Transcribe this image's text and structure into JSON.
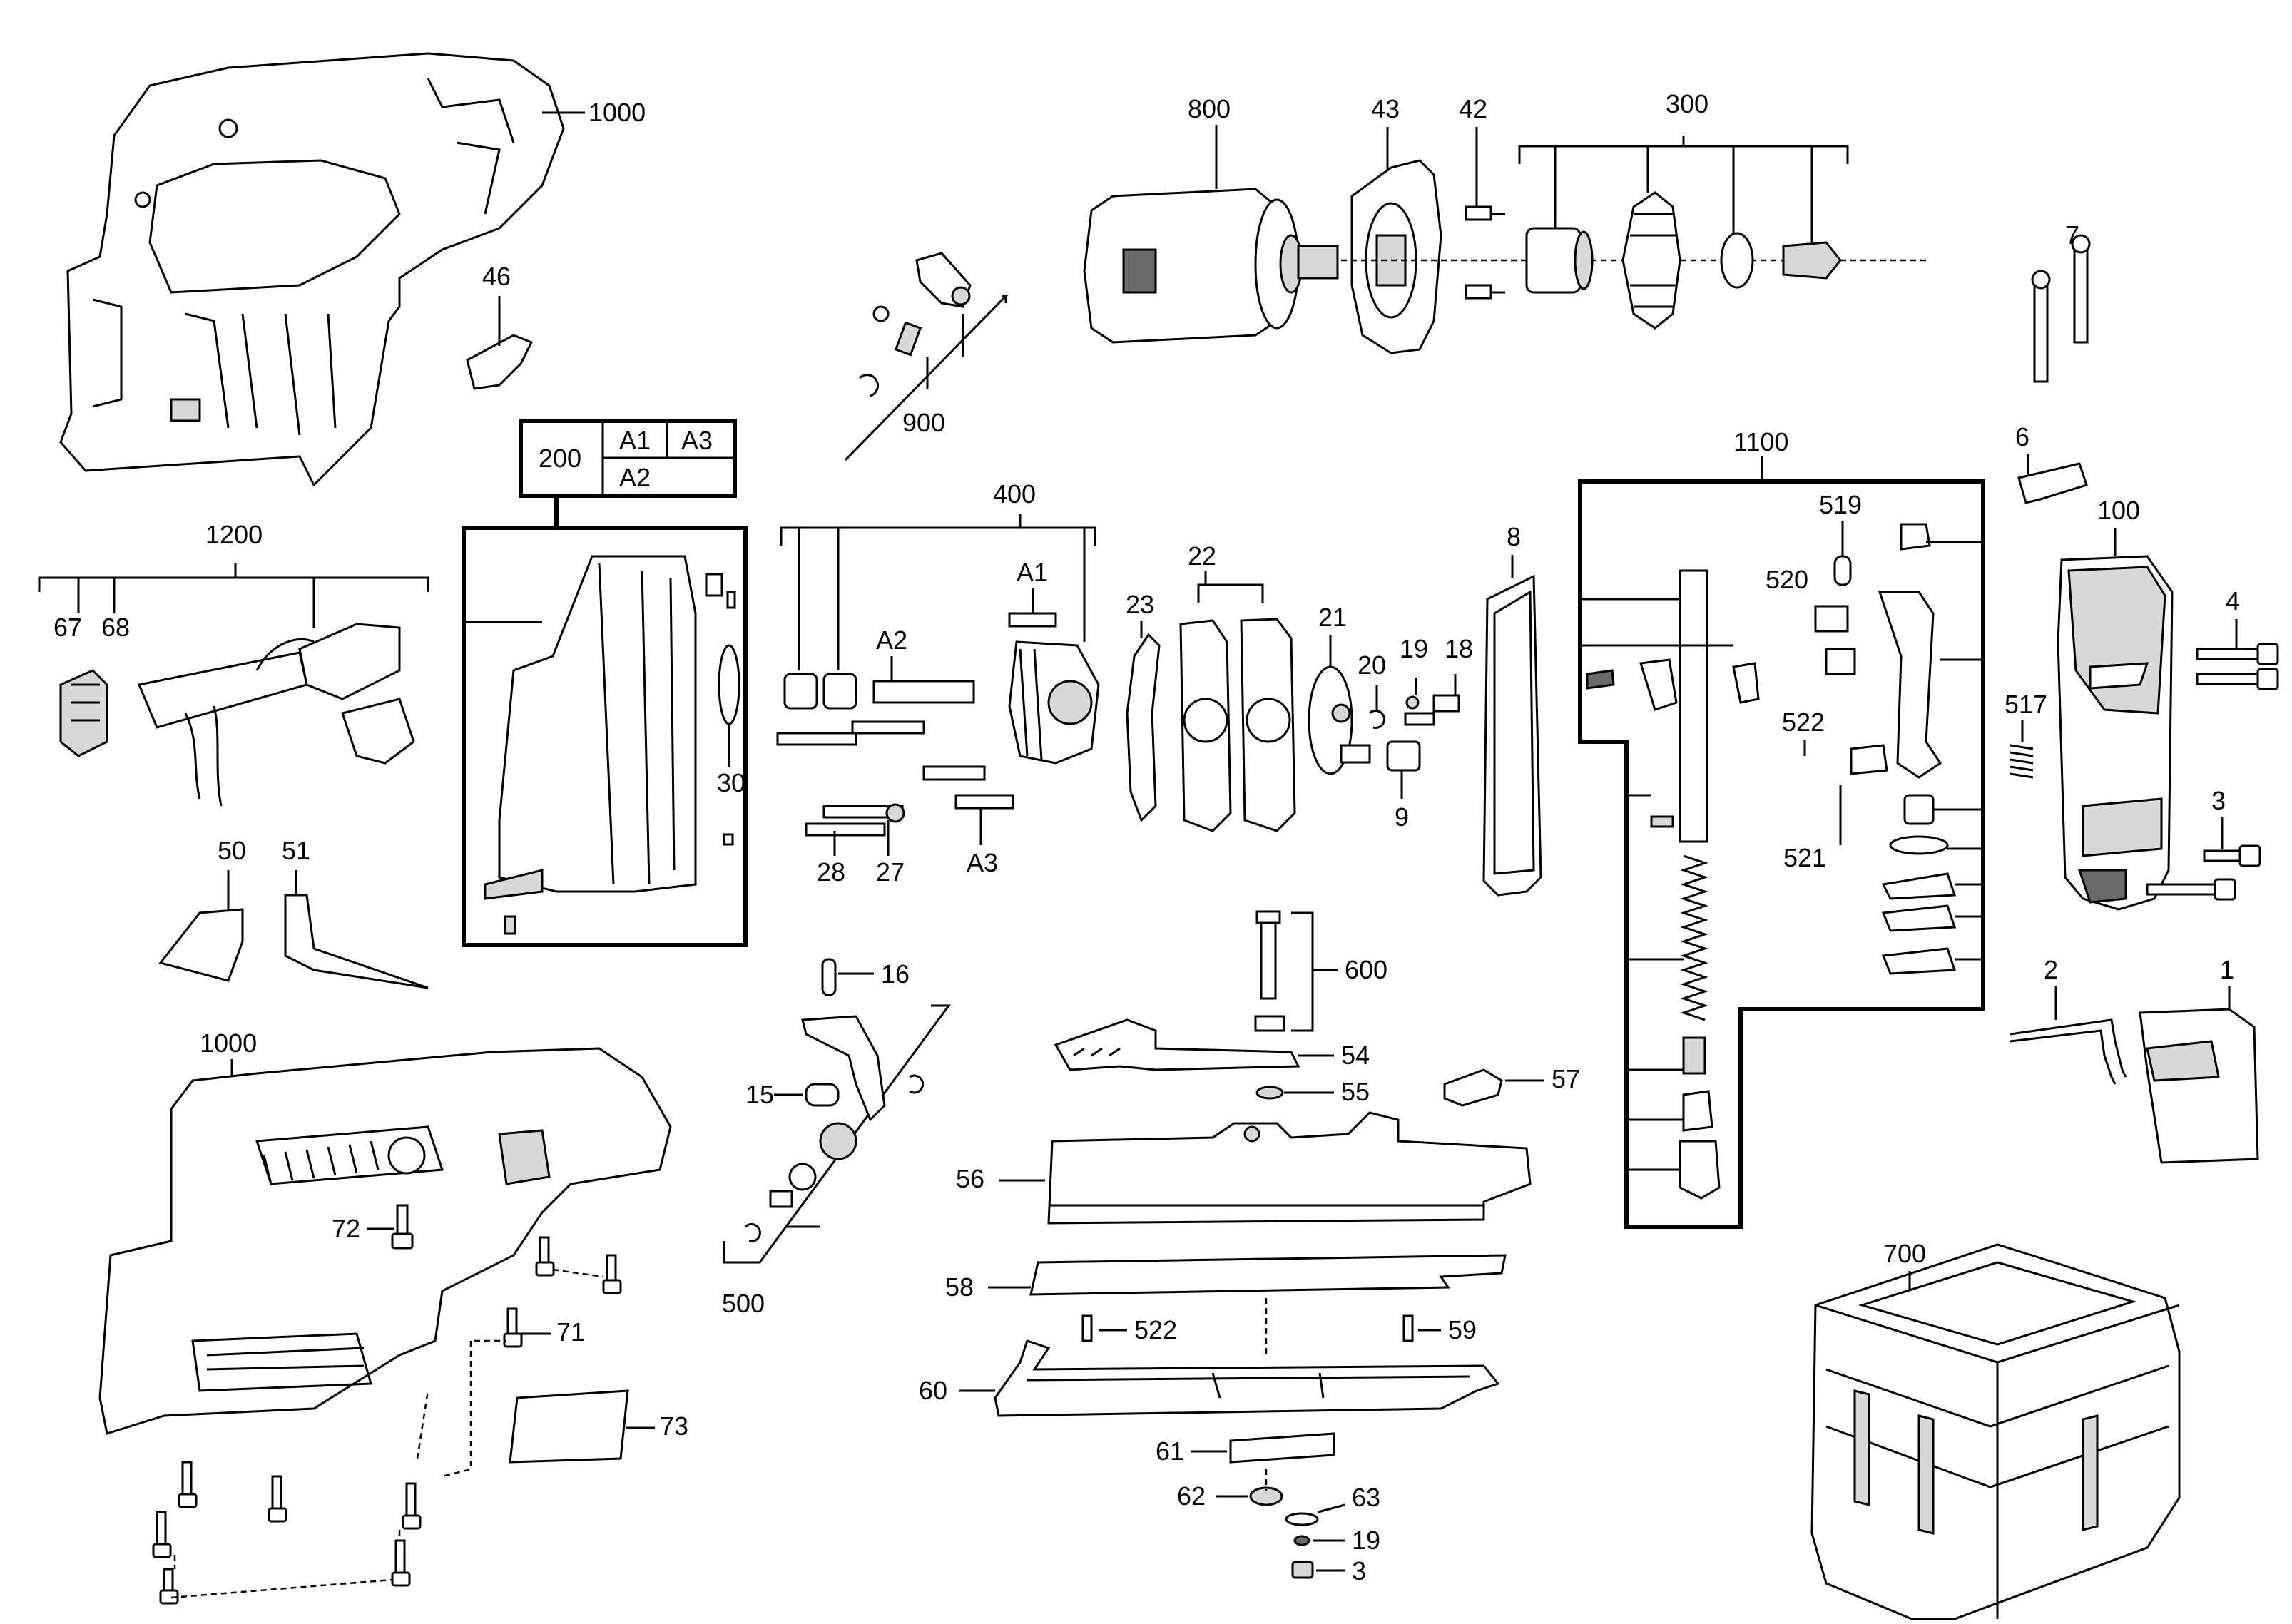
{
  "title": "",
  "callouts": {
    "c1000a": "1000",
    "c46": "46",
    "c800": "800",
    "c43": "43",
    "c42": "42",
    "c300": "300",
    "c7": "7",
    "c900": "900",
    "c1200": "1200",
    "c67": "67",
    "c68": "68",
    "c400": "400",
    "cA1": "A1",
    "cA2": "A2",
    "c30": "30",
    "c28": "28",
    "c27": "27",
    "cA3": "A3",
    "c23": "23",
    "c22": "22",
    "c21": "21",
    "c20": "20",
    "c19": "19",
    "c18": "18",
    "c9": "9",
    "c8": "8",
    "c1100": "1100",
    "c519": "519",
    "c520": "520",
    "c522": "522",
    "c521": "521",
    "c6": "6",
    "c100": "100",
    "c4": "4",
    "c517": "517",
    "c3": "3",
    "c2": "2",
    "c1": "1",
    "c50": "50",
    "c51": "51",
    "c1000b": "1000",
    "c72": "72",
    "c71": "71",
    "c73": "73",
    "c16": "16",
    "c15": "15",
    "c500": "500",
    "c600": "600",
    "c54": "54",
    "c55": "55",
    "c57": "57",
    "c56": "56",
    "c58": "58",
    "c522b": "522",
    "c59": "59",
    "c60": "60",
    "c61": "61",
    "c62": "62",
    "c63": "63",
    "c19b": "19",
    "c3b": "3",
    "c700": "700"
  },
  "group_box_200": {
    "number": "200",
    "cells": [
      "A1",
      "A3",
      "A2"
    ]
  }
}
